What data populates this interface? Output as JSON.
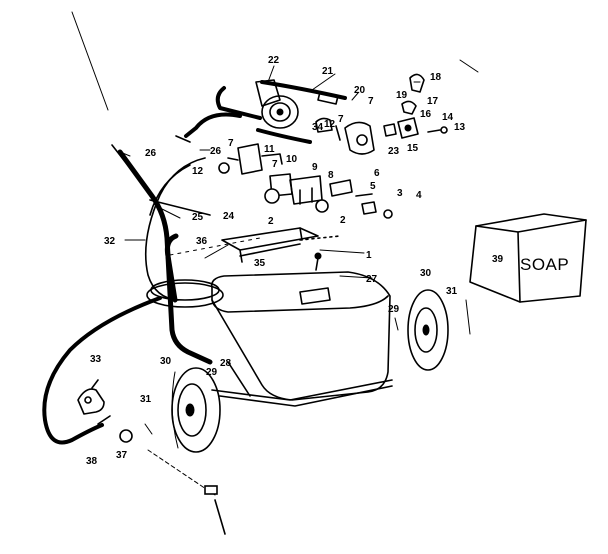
{
  "box_text": "SOAP",
  "labels": {
    "l1": "1",
    "l2a": "2",
    "l2b": "2",
    "l3": "3",
    "l4": "4",
    "l5": "5",
    "l6": "6",
    "l7a": "7",
    "l7b": "7",
    "l7c": "7",
    "l7d": "7",
    "l8": "8",
    "l9": "9",
    "l10": "10",
    "l11": "11",
    "l12a": "12",
    "l12b": "12",
    "l13": "13",
    "l14": "14",
    "l15": "15",
    "l16": "16",
    "l17": "17",
    "l18": "18",
    "l19": "19",
    "l20": "20",
    "l21": "21",
    "l22": "22",
    "l23": "23",
    "l24": "24",
    "l25": "25",
    "l26a": "26",
    "l26b": "26",
    "l27": "27",
    "l28": "28",
    "l29a": "29",
    "l29b": "29",
    "l30a": "30",
    "l30b": "30",
    "l31a": "31",
    "l31b": "31",
    "l32": "32",
    "l33": "33",
    "l34": "34",
    "l35": "35",
    "l36": "36",
    "l37": "37",
    "l38": "38",
    "l39": "39"
  }
}
